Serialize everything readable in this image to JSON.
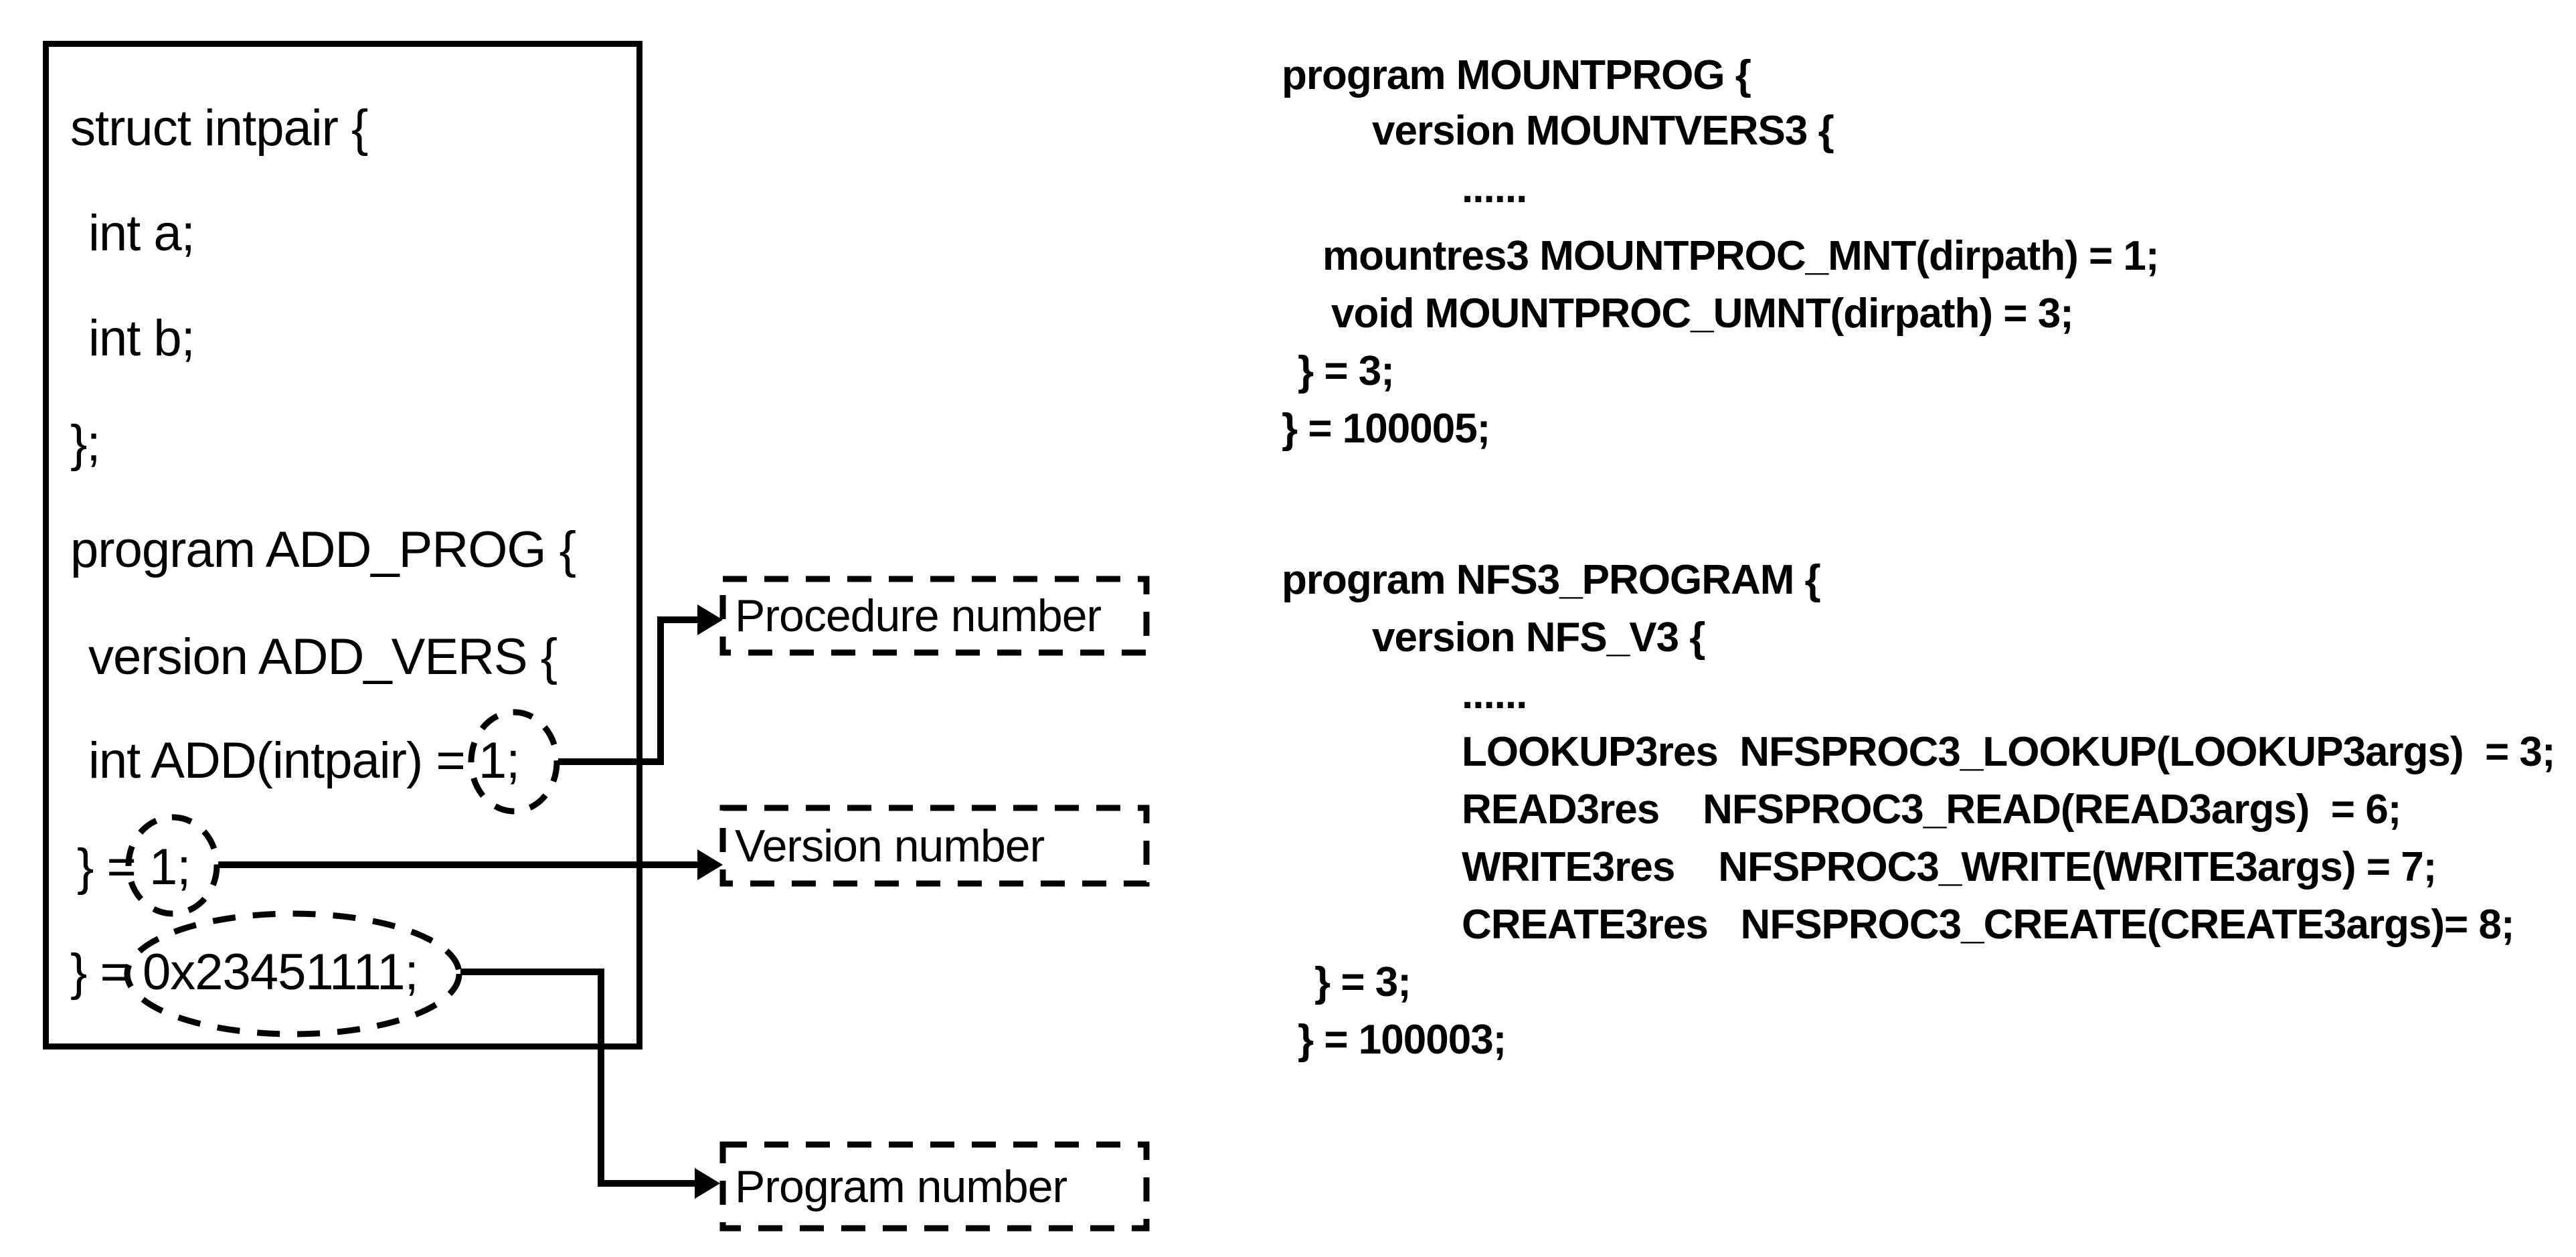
{
  "colors": {
    "ink": "#000000",
    "background": "#ffffff"
  },
  "left_box": {
    "description": "RPC IDL example source box",
    "lines": [
      "struct intpair {",
      "int a;",
      "int b;",
      "};",
      "program ADD_PROG {",
      "version ADD_VERS {",
      "int ADD(intpair) = 1;",
      "} = 1;",
      "} = 0x23451111;"
    ]
  },
  "annotations": {
    "procedure_label": "Procedure number",
    "version_label": "Version number",
    "program_label": "Program number"
  },
  "mount_block": {
    "lines": [
      "program MOUNTPROG {",
      "version MOUNTVERS3 {",
      "......",
      "mountres3 MOUNTPROC_MNT(dirpath) = 1;",
      "void MOUNTPROC_UMNT(dirpath) = 3;",
      "} = 3;",
      "} = 100005;"
    ]
  },
  "nfs_block": {
    "lines": [
      "program NFS3_PROGRAM {",
      "version NFS_V3 {",
      "......",
      "LOOKUP3res  NFSPROC3_LOOKUP(LOOKUP3args)  = 3;",
      "READ3res    NFSPROC3_READ(READ3args)  = 6;",
      "WRITE3res    NFSPROC3_WRITE(WRITE3args) = 7;",
      "CREATE3res   NFSPROC3_CREATE(CREATE3args)= 8;",
      "} = 3;",
      "} = 100003;"
    ]
  }
}
